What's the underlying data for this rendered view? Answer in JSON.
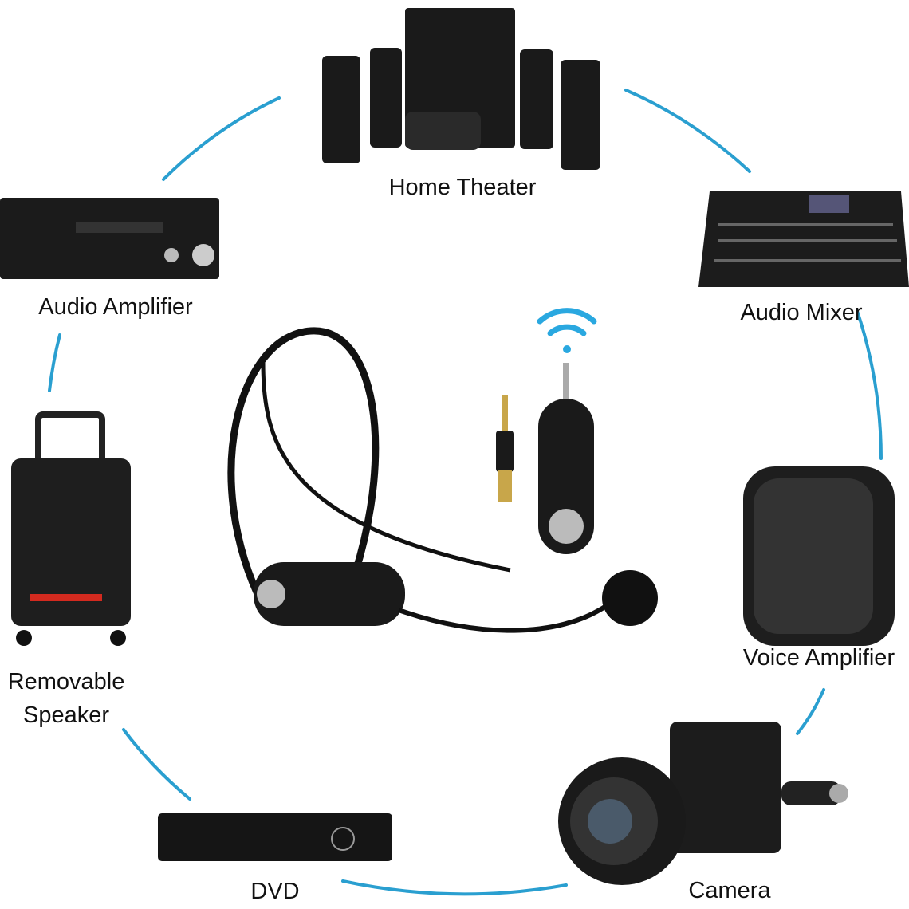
{
  "colors": {
    "connector": "#2a9fd0",
    "device": "#1a1a1a",
    "accent_red": "#d32a1f"
  },
  "center": {
    "items": [
      "headset-microphone",
      "wireless-receiver",
      "adapter-plug",
      "wifi-icon"
    ]
  },
  "devices": [
    {
      "id": "home-theater",
      "label": "Home Theater"
    },
    {
      "id": "audio-amplifier",
      "label": "Audio Amplifier"
    },
    {
      "id": "audio-mixer",
      "label": "Audio Mixer"
    },
    {
      "id": "removable-speaker",
      "label_line1": "Removable",
      "label_line2": "Speaker"
    },
    {
      "id": "voice-amplifier",
      "label": "Voice Amplifier"
    },
    {
      "id": "dvd",
      "label": "DVD"
    },
    {
      "id": "camera",
      "label": "Camera"
    }
  ]
}
